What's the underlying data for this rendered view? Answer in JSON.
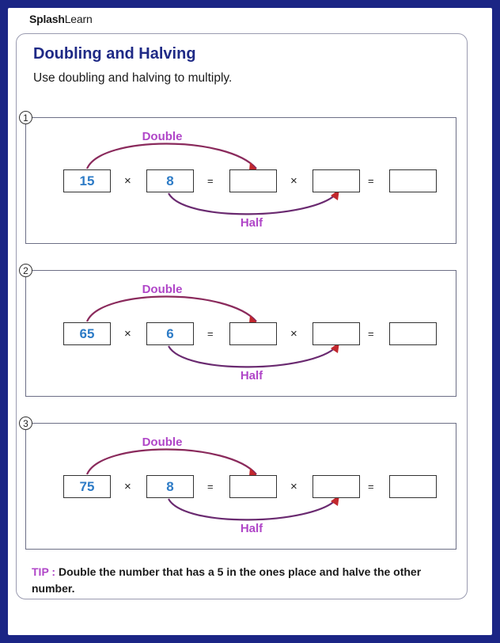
{
  "brand": {
    "name_bold": "Splash",
    "name_light": "Learn"
  },
  "title": "Doubling and Halving",
  "instruction": "Use doubling and halving to multiply.",
  "symbols": {
    "times": "×",
    "equals": "="
  },
  "arrow_labels": {
    "double": "Double",
    "half": "Half"
  },
  "problems": [
    {
      "number": "1",
      "a": "15",
      "b": "8"
    },
    {
      "number": "2",
      "a": "65",
      "b": "6"
    },
    {
      "number": "3",
      "a": "75",
      "b": "8"
    }
  ],
  "tip": {
    "label": "TIP :",
    "text": " Double the number that has a 5 in the ones place and halve the other number."
  },
  "colors": {
    "border": "#1b2585",
    "title": "#1f2a86",
    "numbers": "#2d7bc6",
    "labels": "#b046c8",
    "arrow": "#c1272d"
  }
}
